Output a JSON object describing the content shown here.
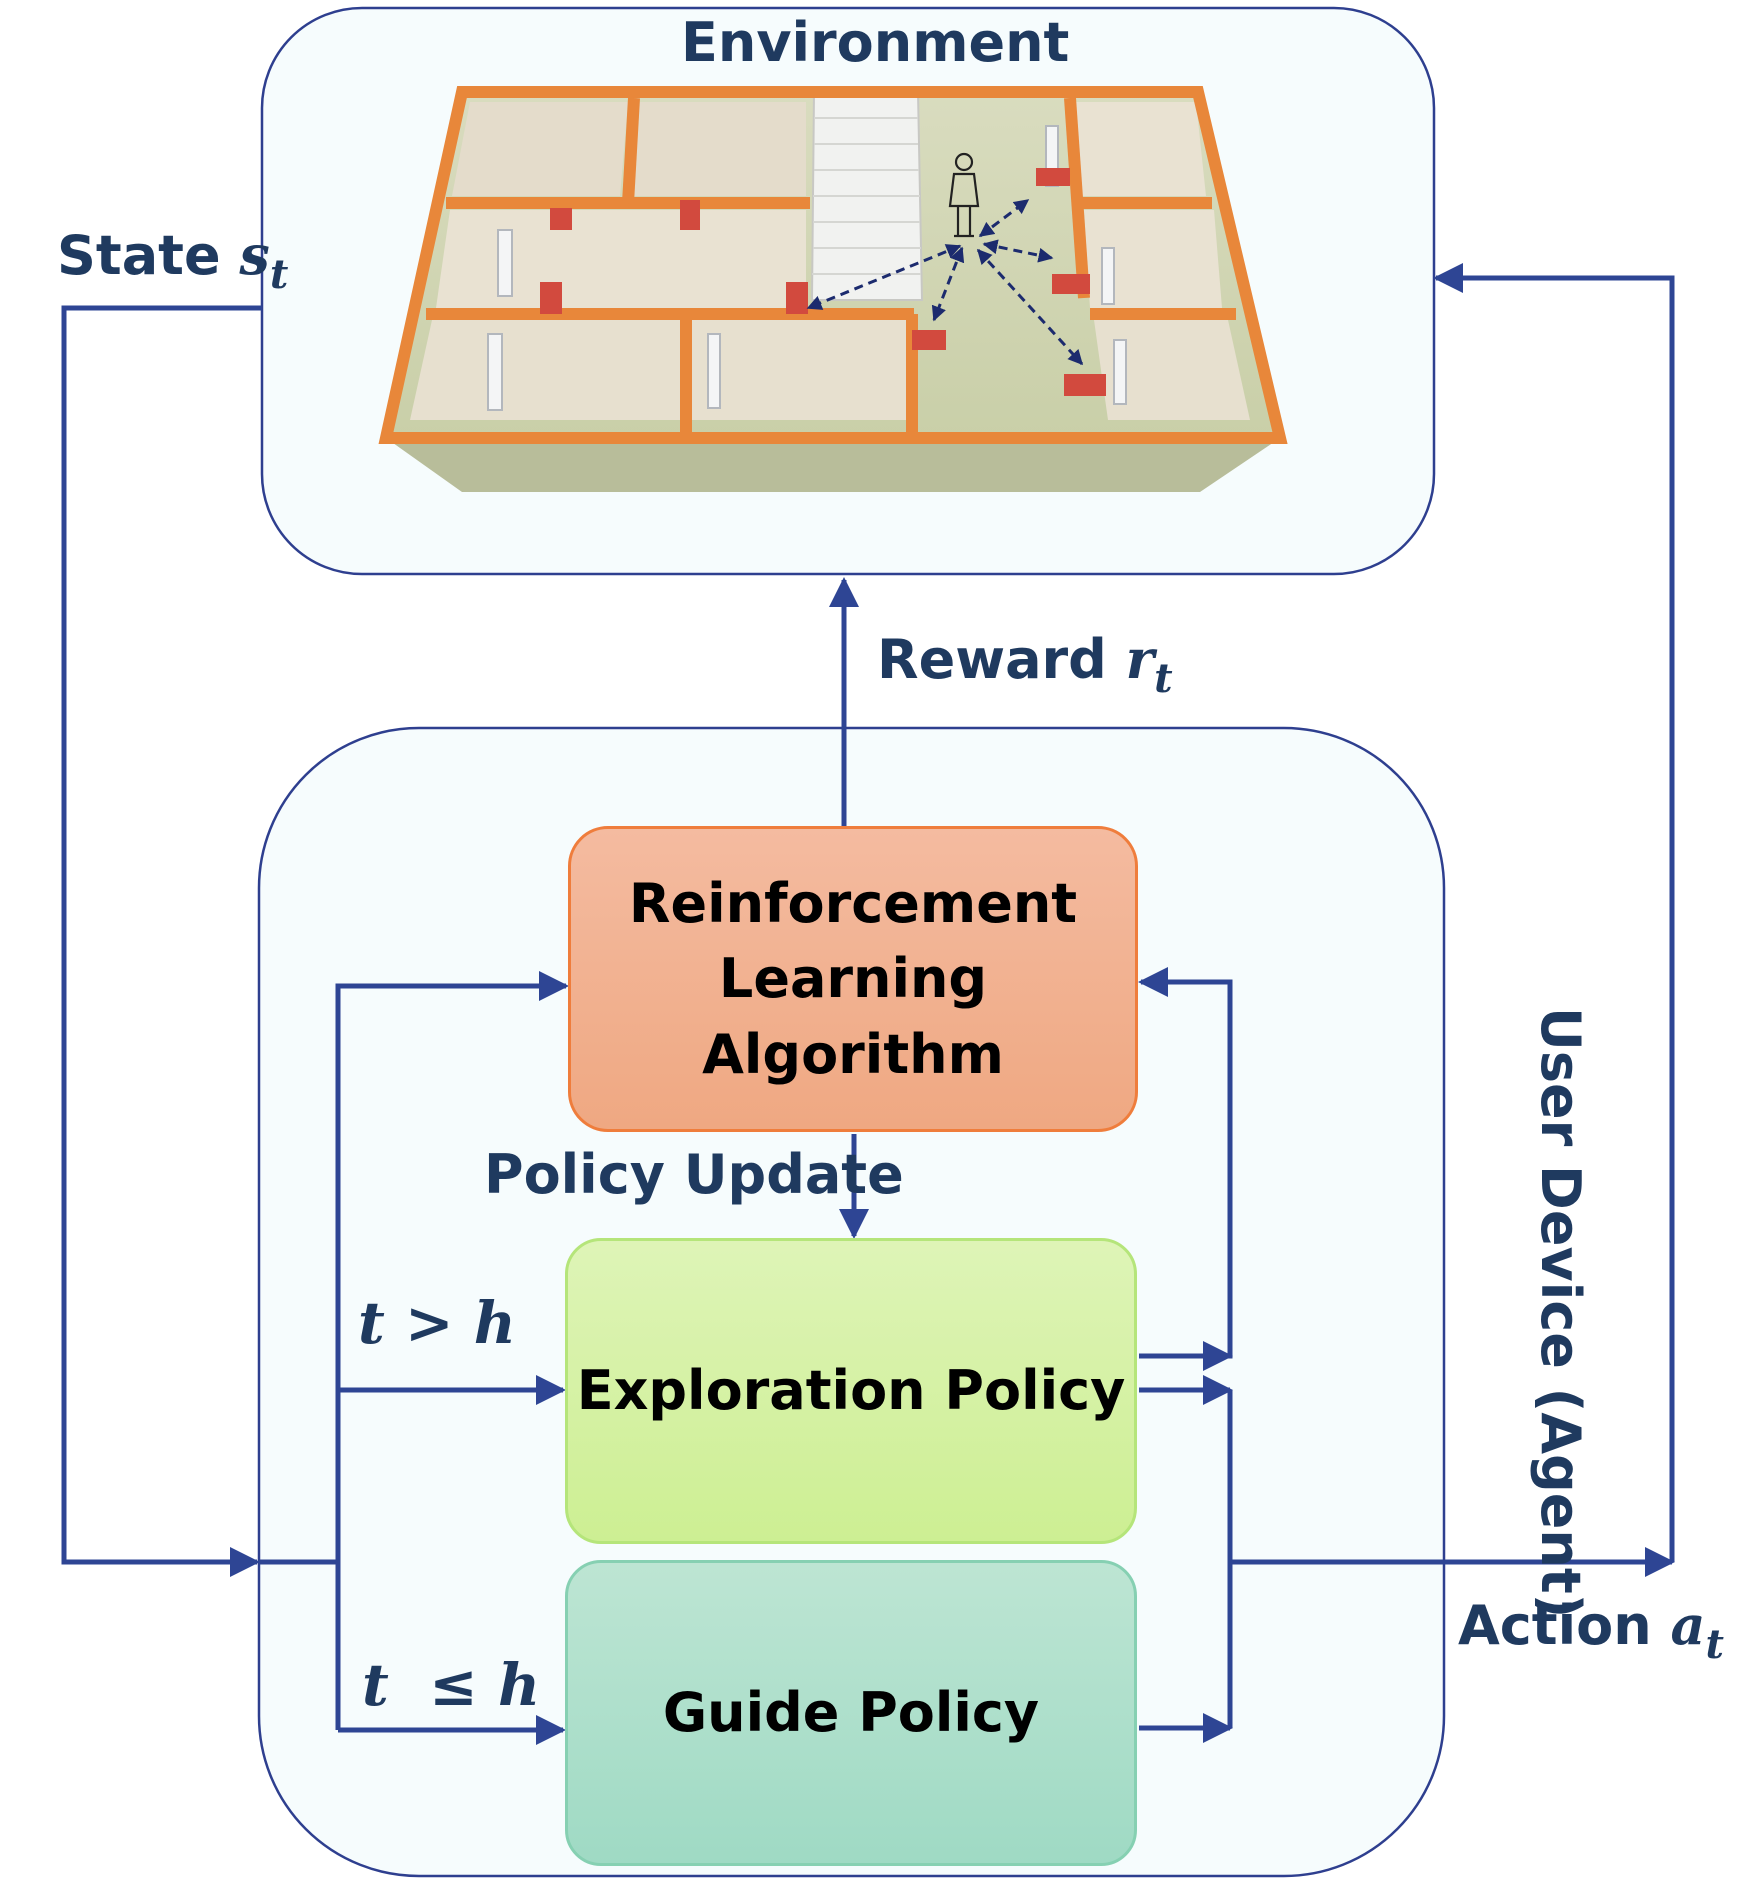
{
  "environment": {
    "title": "Environment"
  },
  "agent": {
    "title": "User Device (Agent)"
  },
  "boxes": {
    "rl_lines": [
      "Reinforcement",
      "Learning",
      "Algorithm"
    ],
    "exploration": "Exploration Policy",
    "guide": "Guide Policy"
  },
  "labels": {
    "state": "State",
    "state_var": "s",
    "state_sub": "t",
    "reward": "Reward",
    "reward_var": "r",
    "reward_sub": "t",
    "action": "Action",
    "action_var": "a",
    "action_sub": "t",
    "policy_update": "Policy Update",
    "cond_explore": "t > h",
    "cond_guide": "t  ≤ h"
  },
  "colors": {
    "arrow": "#2e4594",
    "container_border": "#2e3f8f",
    "container_fill": "#f6fcfd",
    "text": "#1f3a5f",
    "wall": "#e8873a",
    "sensor": "#d24a3e"
  }
}
